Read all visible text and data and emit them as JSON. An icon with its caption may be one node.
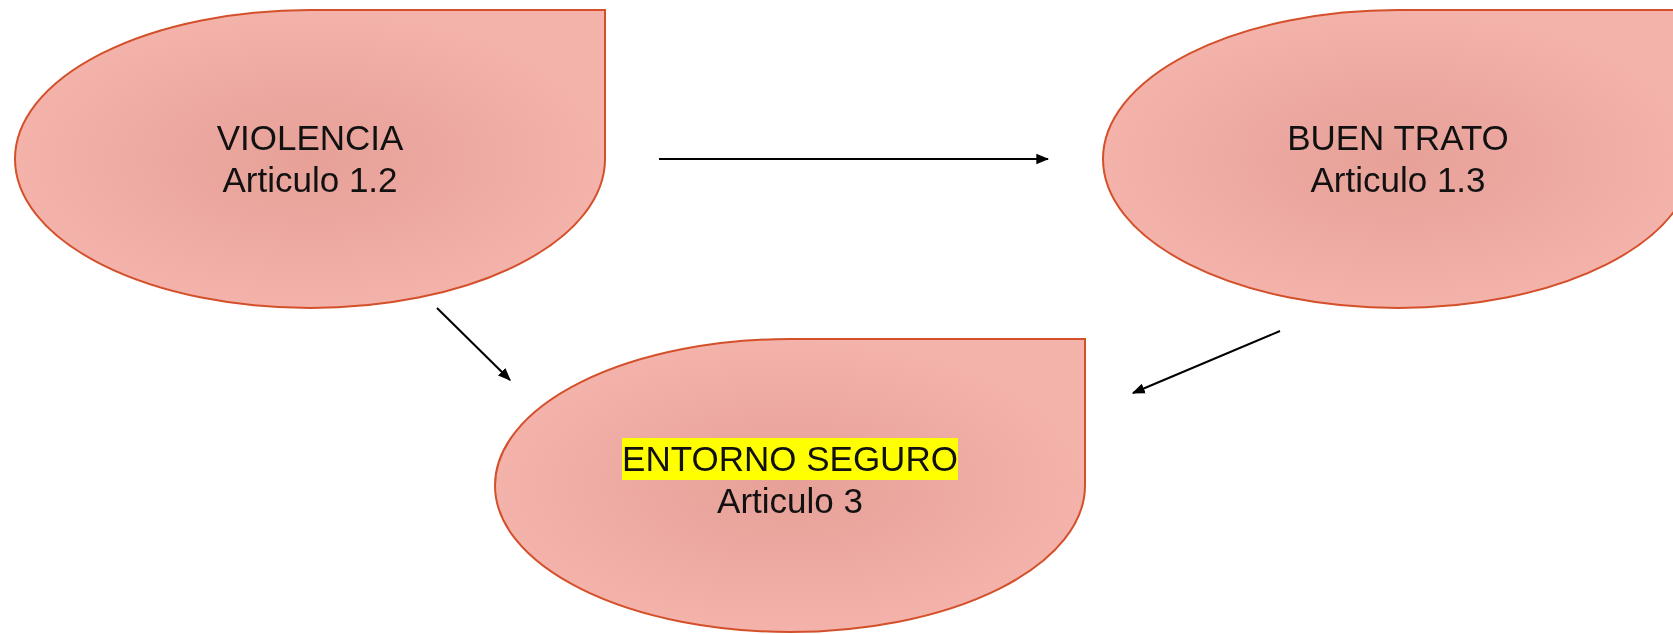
{
  "diagram": {
    "nodes": [
      {
        "text": [
          "VIOLENCIA",
          "Articulo 1.2"
        ]
      },
      {
        "text": [
          "BUEN TRATO",
          "Articulo 1.3"
        ]
      },
      {
        "text": [
          "ENTORNO SEGURO",
          "Articulo 3"
        ]
      }
    ],
    "edges": [
      {
        "from": 0,
        "to": 1,
        "arrow": "to"
      },
      {
        "from": 0,
        "to": 2,
        "arrow": "to"
      },
      {
        "from": 1,
        "to": 2,
        "arrow": "to"
      }
    ]
  }
}
